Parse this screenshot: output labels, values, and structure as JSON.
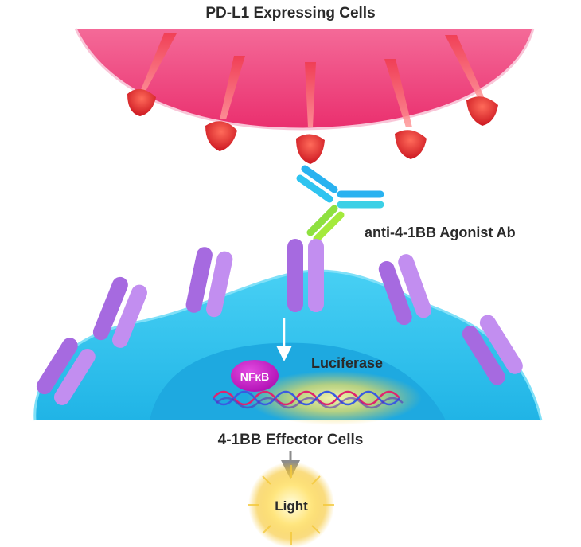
{
  "labels": {
    "top_cells": "PD-L1 Expressing Cells",
    "antibody": "anti-4-1BB Agonist Ab",
    "nfkb": "NFκB",
    "luciferase": "Luciferase",
    "effector_cells": "4-1BB Effector Cells",
    "light": "Light"
  },
  "colors": {
    "pdl1_cell": "#f0457e",
    "pdl1_ligand": "#e0242a",
    "effector_cell": "#33c2ea",
    "nucleus": "#1ea9e0",
    "receptor": "#b27ae8",
    "nfkb": "#c81fc9",
    "antibody_heavy": "#29b2f0",
    "antibody_light": "#8ee040",
    "glow": "#f8d23a"
  },
  "icons": {
    "ligand": "pd-l1-ligand-icon",
    "receptor": "4-1bb-receptor-icon",
    "antibody": "antibody-icon",
    "dna": "dna-helix-icon",
    "light": "light-burst-icon"
  }
}
